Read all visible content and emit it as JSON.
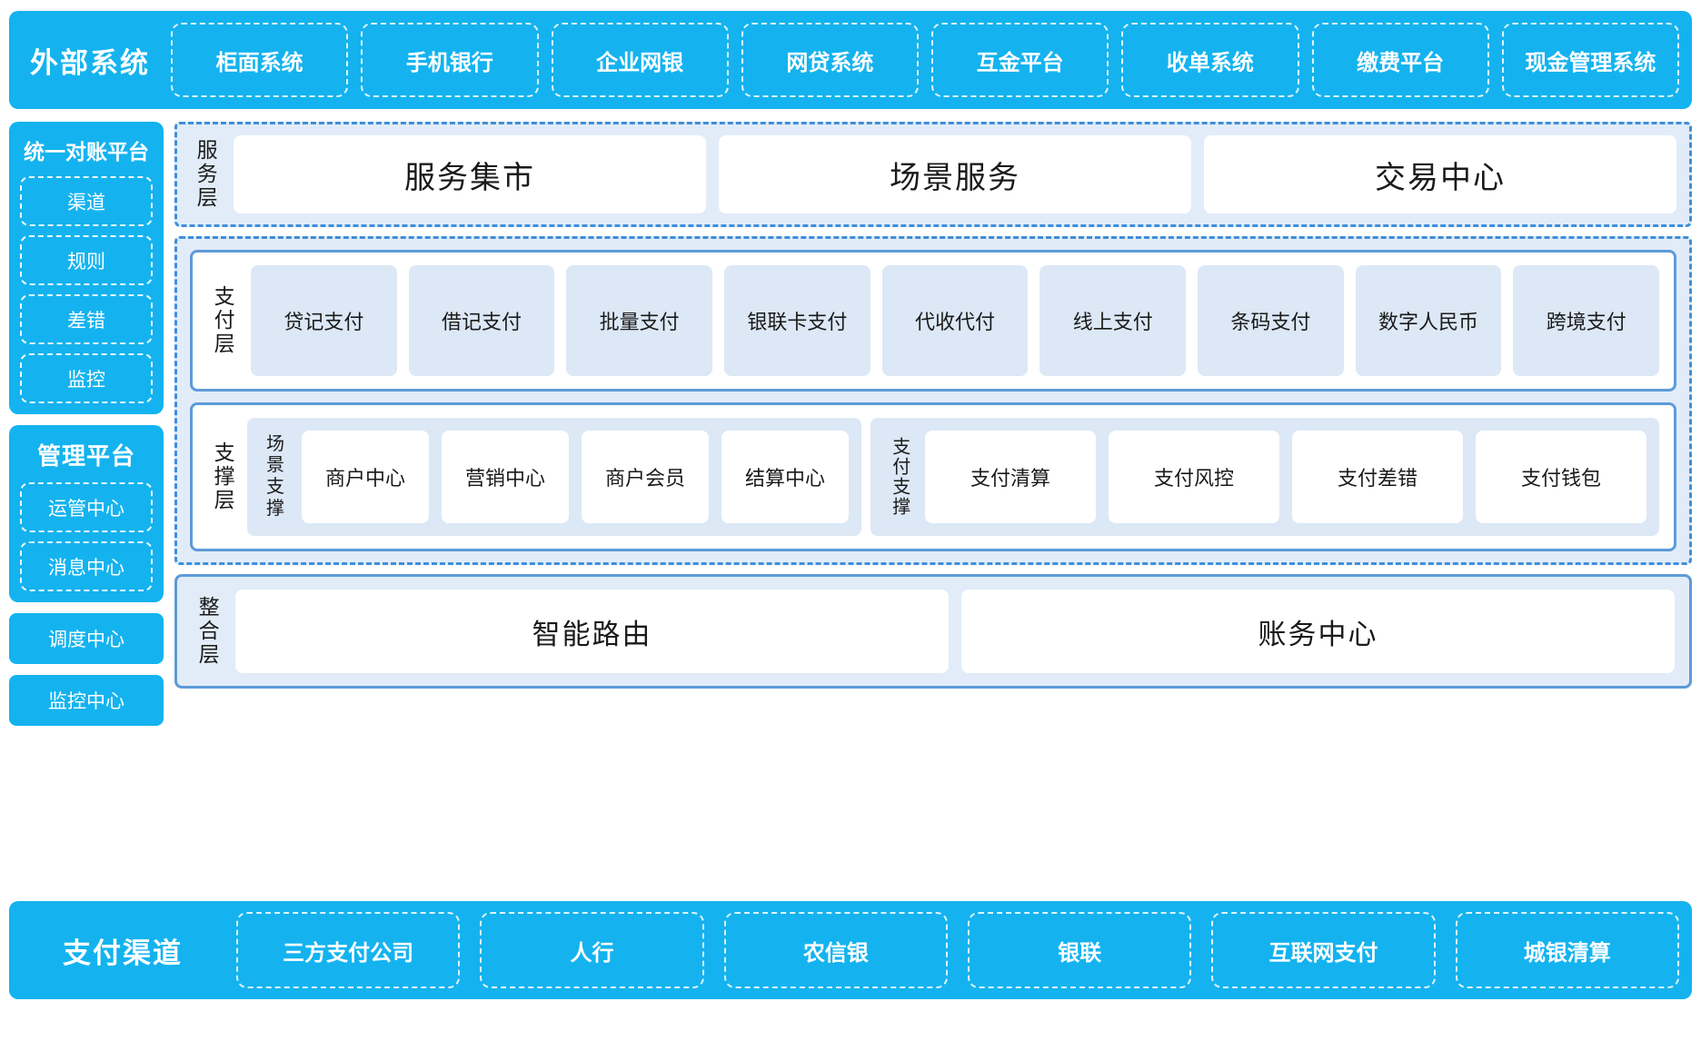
{
  "external": {
    "title": "外部系统",
    "items": [
      "柜面系统",
      "手机银行",
      "企业网银",
      "网贷系统",
      "互金平台",
      "收单系统",
      "缴费平台",
      "现金管理系统"
    ]
  },
  "sidebar": {
    "recon": {
      "title": "统一对账平台",
      "items": [
        "渠道",
        "规则",
        "差错",
        "监控"
      ]
    },
    "manage": {
      "title": "管理平台",
      "items": [
        "运管中心",
        "消息中心"
      ]
    },
    "standalone": [
      "调度中心",
      "监控中心"
    ]
  },
  "service_layer": {
    "label": "服务层",
    "items": [
      "服务集市",
      "场景服务",
      "交易中心"
    ]
  },
  "payment_layer": {
    "label": "支付层",
    "items": [
      "贷记支付",
      "借记支付",
      "批量支付",
      "银联卡支付",
      "代收代付",
      "线上支付",
      "条码支付",
      "数字人民币",
      "跨境支付"
    ]
  },
  "support_layer": {
    "label": "支撑层",
    "groups": [
      {
        "label": "场景支撑",
        "items": [
          "商户中心",
          "营销中心",
          "商户会员",
          "结算中心"
        ]
      },
      {
        "label": "支付支撑",
        "items": [
          "支付清算",
          "支付风控",
          "支付差错",
          "支付钱包"
        ]
      }
    ]
  },
  "integration_layer": {
    "label": "整合层",
    "items": [
      "智能路由",
      "账务中心"
    ]
  },
  "channel": {
    "title": "支付渠道",
    "items": [
      "三方支付公司",
      "人行",
      "农信银",
      "银联",
      "互联网支付",
      "城银清算"
    ]
  },
  "colors": {
    "cyan": "#14b3ef",
    "panel_blue": "#e1ecf8",
    "card_blue": "#dce8f5",
    "border_blue": "#5d9bd8",
    "dash_blue": "#3f8edb"
  }
}
